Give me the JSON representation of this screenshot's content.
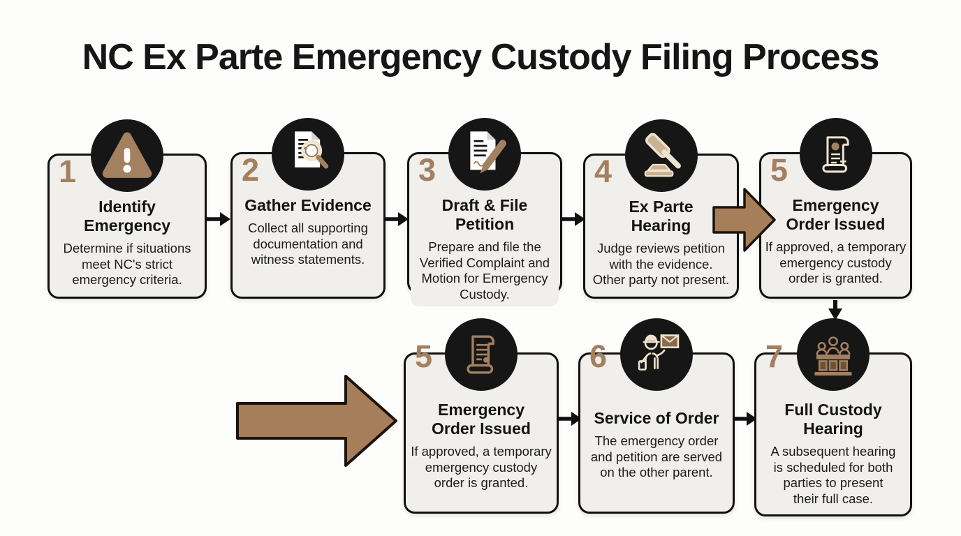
{
  "title": "NC Ex Parte Emergency Custody Filing Process",
  "colors": {
    "accent_brown": "#a3805f",
    "arrow_brown": "#a67e59",
    "card_bg": "#f0efec",
    "icon_circle_bg": "#161616",
    "border_ink": "#111111",
    "title_ink": "#161616",
    "cream_stroke": "#efe3cd"
  },
  "steps": [
    {
      "number": "1",
      "icon": "warning-triangle",
      "title": "Identify\nEmergency",
      "description": "Determine if situations\nmeet NC's strict\nemergency criteria."
    },
    {
      "number": "2",
      "icon": "document-magnifier",
      "title": "Gather Evidence",
      "description": "Collect all supporting\ndocumentation and\nwitness statements."
    },
    {
      "number": "3",
      "icon": "document-pen",
      "title": "Draft & File\nPetition",
      "description": "Prepare and file the\nVerified Complaint and\nMotion for Emergency\nCustody."
    },
    {
      "number": "4",
      "icon": "gavel",
      "title": "Ex Parte\nHearing",
      "description": "Judge reviews petition\nwith the evidence.\nOther party not present."
    },
    {
      "number": "5",
      "icon": "scroll-seal",
      "title": "Emergency\nOrder Issued",
      "description": "If approved, a temporary\nemergency custody\norder is granted."
    },
    {
      "number": "5",
      "icon": "scroll",
      "title": "Emergency\nOrder Issued",
      "description": "If approved, a temporary\nemergency custody\norder is granted."
    },
    {
      "number": "6",
      "icon": "courier-envelope",
      "title": "Service of Order",
      "description": "The emergency order\nand petition are served\non the other parent."
    },
    {
      "number": "7",
      "icon": "bench-panel",
      "title": "Full Custody\nHearing",
      "description": "A subsequent hearing\nis scheduled for both\nparties to present\ntheir full case."
    }
  ]
}
